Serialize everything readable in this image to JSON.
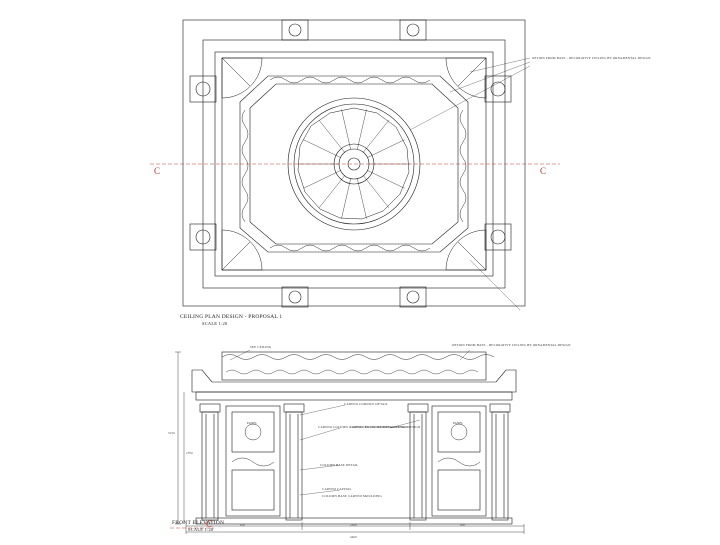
{
  "plan": {
    "title": "CEILING PLAN DESIGN - PROPOSAL 1",
    "scale": "SCALE 1:20",
    "section_marker": "C",
    "note": "OPTION FROM BASE - DECORATIVE CEILING BY ORNAMENTAL DESIGN"
  },
  "elevation": {
    "title": "FRONT ELEVATION",
    "scale": "SCALE 1:20",
    "section_marker": "C",
    "note_top_left": "SEE CEILING",
    "note_top_right": "OPTION FROM BASE - DECORATIVE CEILING BY ORNAMENTAL DESIGN",
    "note_mid_1": "CARVED CORNICE DETAIL",
    "note_mid_2": "CARVED COLUMN CAPITAL BY ORNAMENTAL DESIGN",
    "note_mid_3": "COLUMN BASE DETAIL",
    "note_right_1": "CARVED PANEL BY ORNAMENTAL DESIGN",
    "note_low_1": "CARVED CAPITAL",
    "note_low_2": "COLUMN BASE CARVED MOULDING",
    "panel_left": "PANEL",
    "panel_right": "PANEL",
    "dim_total": "4400",
    "dim_a": "950",
    "dim_b": "2500",
    "dim_c": "950",
    "dim_h": "3150",
    "dim_h2": "2700"
  }
}
